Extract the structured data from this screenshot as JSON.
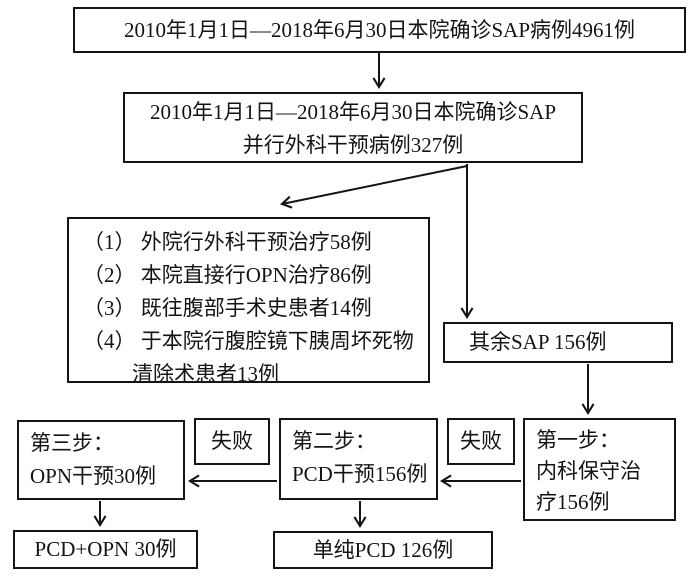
{
  "colors": {
    "line": "#141414",
    "text": "#141414",
    "background": "#ffffff",
    "box_fill": "#ffffff"
  },
  "nodes": {
    "total": {
      "text": "2010年1月1日—2018年6月30日本院确诊SAP病例4961例"
    },
    "surgical": {
      "lines": [
        "2010年1月1日—2018年6月30日本院确诊SAP",
        "并行外科干预病例327例"
      ]
    },
    "excluded": {
      "lines": [
        "（1） 外院行外科干预治疗58例",
        "（2） 本院直接行OPN治疗86例",
        "（3） 既往腹部手术史患者14例",
        "（4） 于本院行腹腔镜下胰周坏死物",
        "清除术患者13例"
      ]
    },
    "remaining": {
      "text": "其余SAP 156例"
    },
    "step1": {
      "lines": [
        "第一步：",
        "内科保守治",
        "疗156例"
      ]
    },
    "step2": {
      "lines": [
        "第二步：",
        "PCD干预156例"
      ]
    },
    "step3": {
      "lines": [
        "第三步：",
        "OPN干预30例"
      ]
    },
    "fail1": {
      "text": "失败"
    },
    "fail2": {
      "text": "失败"
    },
    "pcd_opn": {
      "text": "PCD+OPN 30例"
    },
    "pcd_only": {
      "text": "单纯PCD 126例"
    }
  }
}
